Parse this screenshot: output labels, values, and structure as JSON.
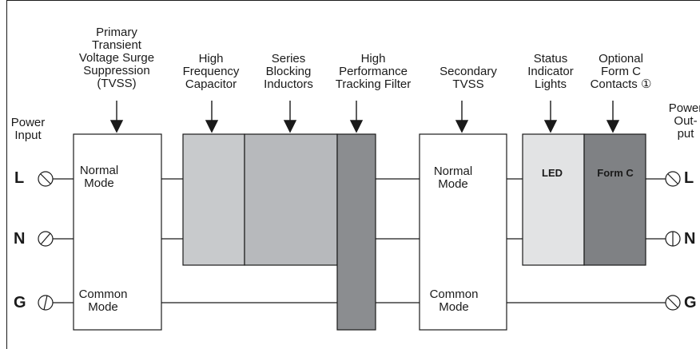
{
  "labels": {
    "power_input": [
      "Power",
      "Input"
    ],
    "primary_tvss": [
      "Primary",
      "Transient",
      "Voltage Surge",
      "Suppression",
      "(TVSS)"
    ],
    "high_freq_cap": [
      "High",
      "Frequency",
      "Capacitor"
    ],
    "series_inductors": [
      "Series",
      "Blocking",
      "Inductors"
    ],
    "tracking_filter": [
      "High",
      "Performance",
      "Tracking Filter"
    ],
    "secondary_tvss": [
      "Secondary",
      "TVSS"
    ],
    "status_lights": [
      "Status",
      "Indicator",
      "Lights"
    ],
    "form_c_contacts": [
      "Optional",
      "Form C",
      "Contacts ①"
    ],
    "power_output": [
      "Power",
      "Out-",
      "put"
    ]
  },
  "boxes": {
    "primary_normal": [
      "Normal",
      "Mode"
    ],
    "primary_common": [
      "Common",
      "Mode"
    ],
    "secondary_normal": [
      "Normal",
      "Mode"
    ],
    "secondary_common": [
      "Common",
      "Mode"
    ],
    "led": "LED",
    "form_c": "Form C"
  },
  "terminals": {
    "in": [
      "L",
      "N",
      "G"
    ],
    "out": [
      "L",
      "N",
      "G"
    ]
  },
  "colors": {
    "capacitor": "#c8cacc",
    "inductors": "#b7b9bc",
    "filter": "#8b8d90",
    "led": "#e2e3e4",
    "form_c": "#7f8184",
    "line": "#1a1a1a"
  }
}
